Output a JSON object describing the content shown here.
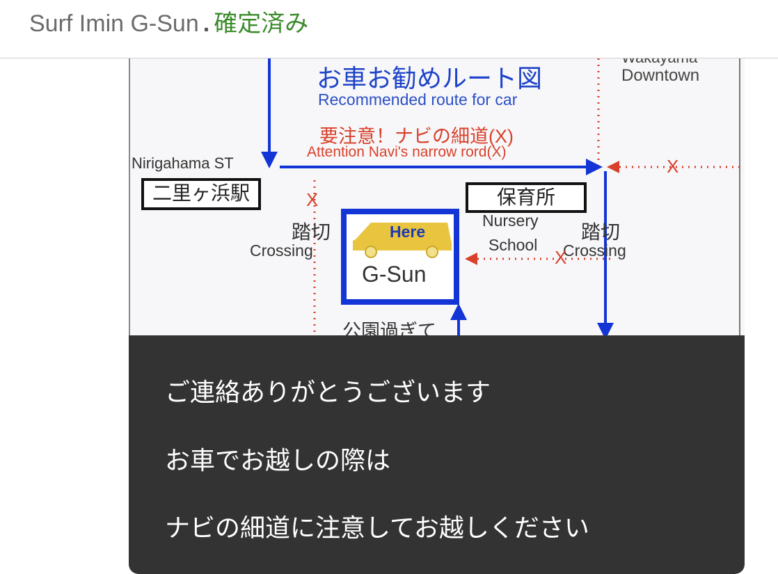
{
  "header": {
    "title": "Surf Imin G-Sun",
    "separator": ".",
    "status": "確定済み"
  },
  "map": {
    "downtown_partial": "Wakayama",
    "downtown": "Downtown",
    "title_ja": "お車お勧めルート図",
    "title_en": "Recommended route for car",
    "warning_ja": "要注意！ナビの細道(X)",
    "warning_en": "Attention Navi's narrow rord(X)",
    "station_en": "Nirigahama ST",
    "station_ja": "二里ヶ浜駅",
    "nursery_ja": "保育所",
    "nursery_en_1": "Nursery",
    "nursery_en_2": "School",
    "crossing_ja": "踏切",
    "crossing_en": "Crossing",
    "here": "Here",
    "gsun": "G-Sun",
    "park_ja": "公園過ぎて",
    "x_mark": "X"
  },
  "message": {
    "lines": [
      "ご連絡ありがとうございます",
      "お車でお越しの際は",
      "ナビの細道に注意してお越しください"
    ]
  },
  "colors": {
    "route_blue": "#1335d6",
    "warning_red": "#d9402b",
    "status_green": "#3b8a2b",
    "overlay": "#333333"
  }
}
